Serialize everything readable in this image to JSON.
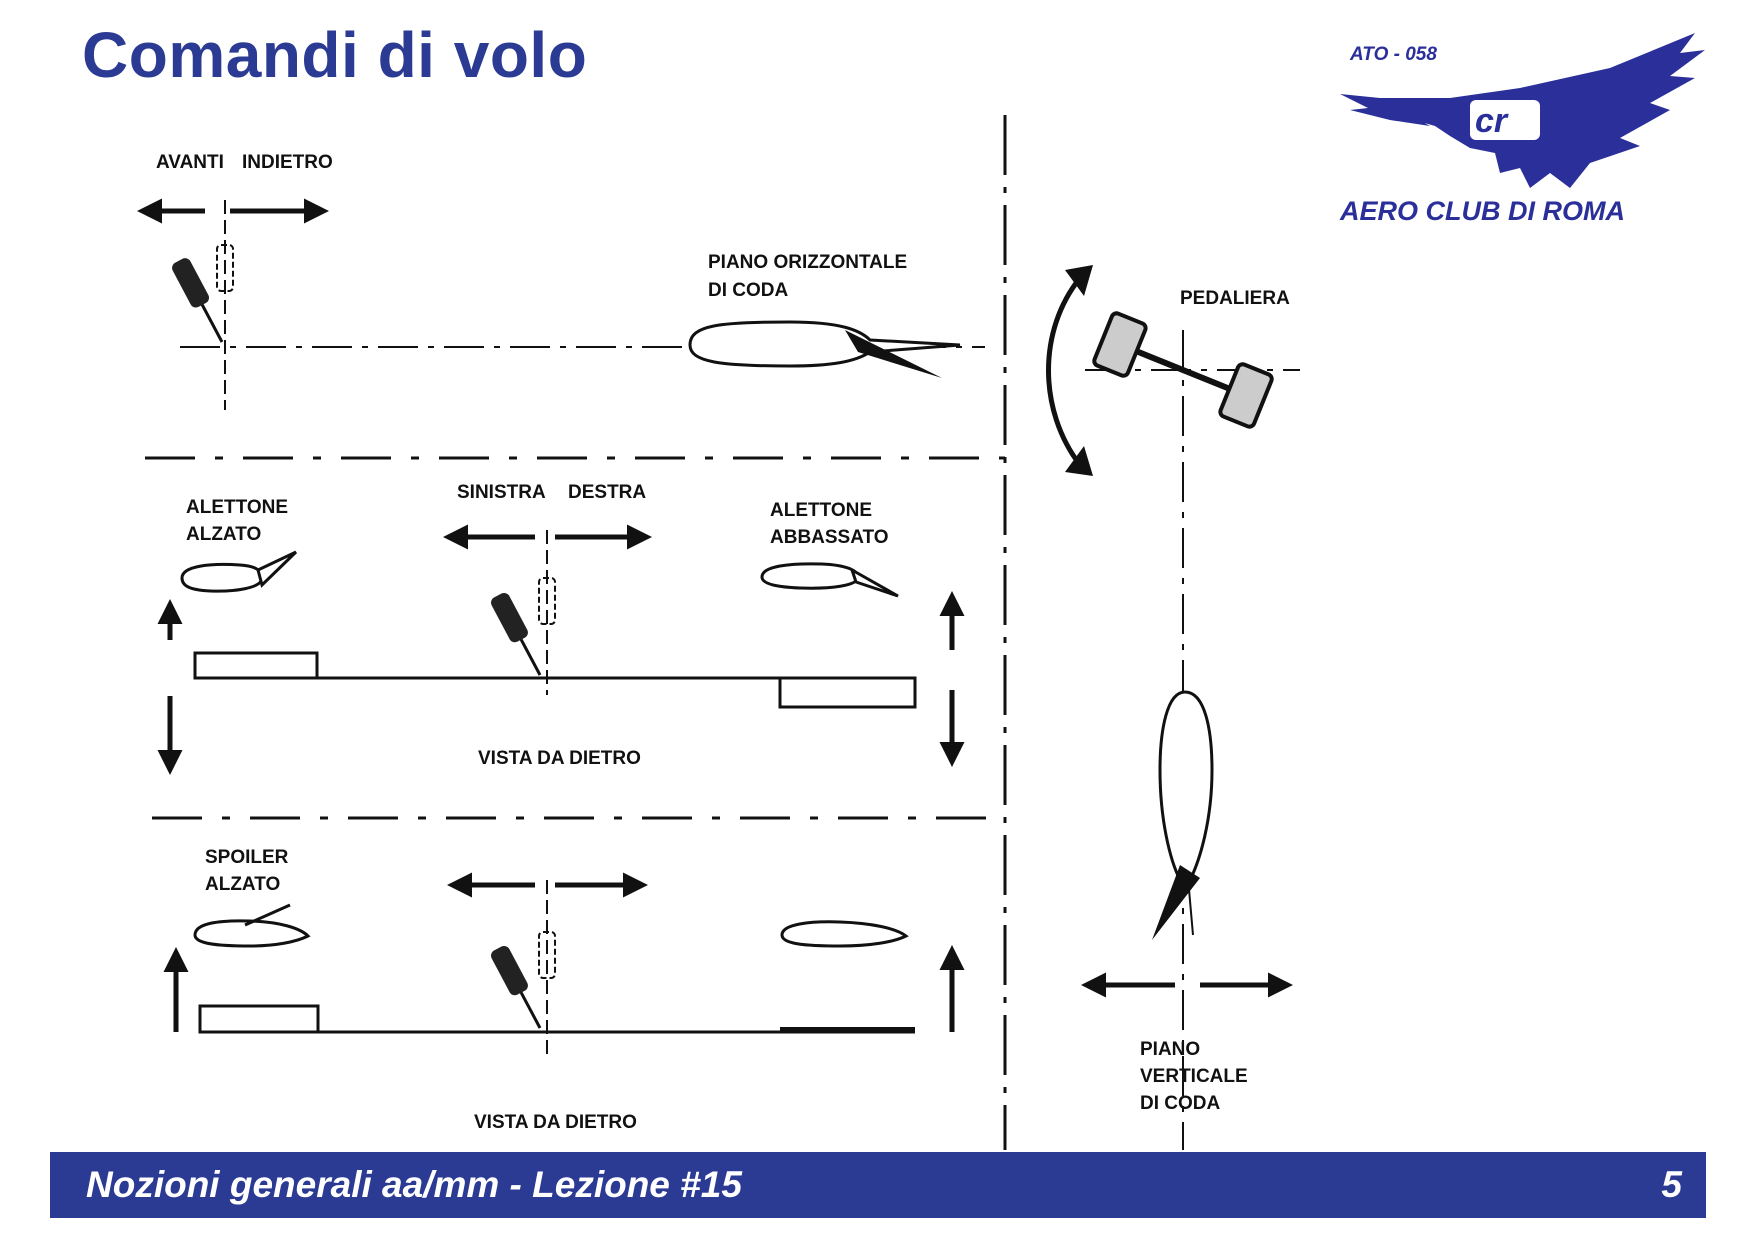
{
  "title": "Comandi di volo",
  "logo": {
    "code": "ATO - 058",
    "name": "AERO CLUB DI ROMA",
    "color": "#2a2f9a"
  },
  "diagram": {
    "elevator": {
      "forward_label": "AVANTI",
      "backward_label": "INDIETRO",
      "surface_label_line1": "PIANO ORIZZONTALE",
      "surface_label_line2": "DI CODA"
    },
    "ailerons": {
      "left_label_line1": "SINISTRA",
      "right_label_line1": "DESTRA",
      "raised_label_line1": "ALETTONE",
      "raised_label_line2": "ALZATO",
      "lowered_label_line1": "ALETTONE",
      "lowered_label_line2": "ABBASSATO",
      "view_label": "VISTA DA DIETRO"
    },
    "spoilers": {
      "raised_label_line1": "SPOILER",
      "raised_label_line2": "ALZATO",
      "view_label": "VISTA DA DIETRO"
    },
    "rudder": {
      "pedals_label": "PEDALIERA",
      "surface_label_line1": "PIANO",
      "surface_label_line2": "VERTICALE",
      "surface_label_line3": "DI CODA"
    }
  },
  "footer": {
    "text": "Nozioni generali aa/mm - Lezione #15",
    "page_number": "5",
    "color": "#2b3a93"
  }
}
